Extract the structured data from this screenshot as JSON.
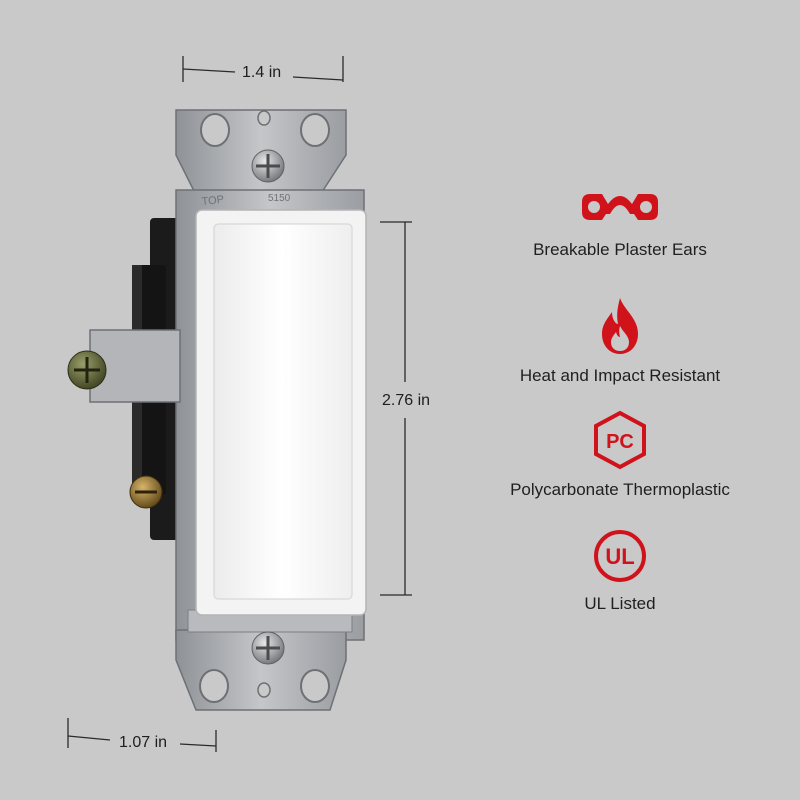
{
  "dimensions": {
    "width": "1.4 in",
    "height": "2.76 in",
    "depth": "1.07 in"
  },
  "product_markings": {
    "top": "TOP",
    "code": "5150"
  },
  "features": [
    {
      "icon": "plaster-ears-icon",
      "label": "Breakable Plaster Ears"
    },
    {
      "icon": "flame-icon",
      "label": "Heat and Impact Resistant"
    },
    {
      "icon": "pc-hexagon-icon",
      "badge": "PC",
      "label": "Polycarbonate Thermoplastic"
    },
    {
      "icon": "ul-listed-icon",
      "badge": "UL",
      "label": "UL Listed"
    }
  ],
  "colors": {
    "background": "#c9c9c9",
    "accent_red": "#d0121b",
    "switch_white": "#f7f7f7",
    "metal": "#a9acb0"
  }
}
